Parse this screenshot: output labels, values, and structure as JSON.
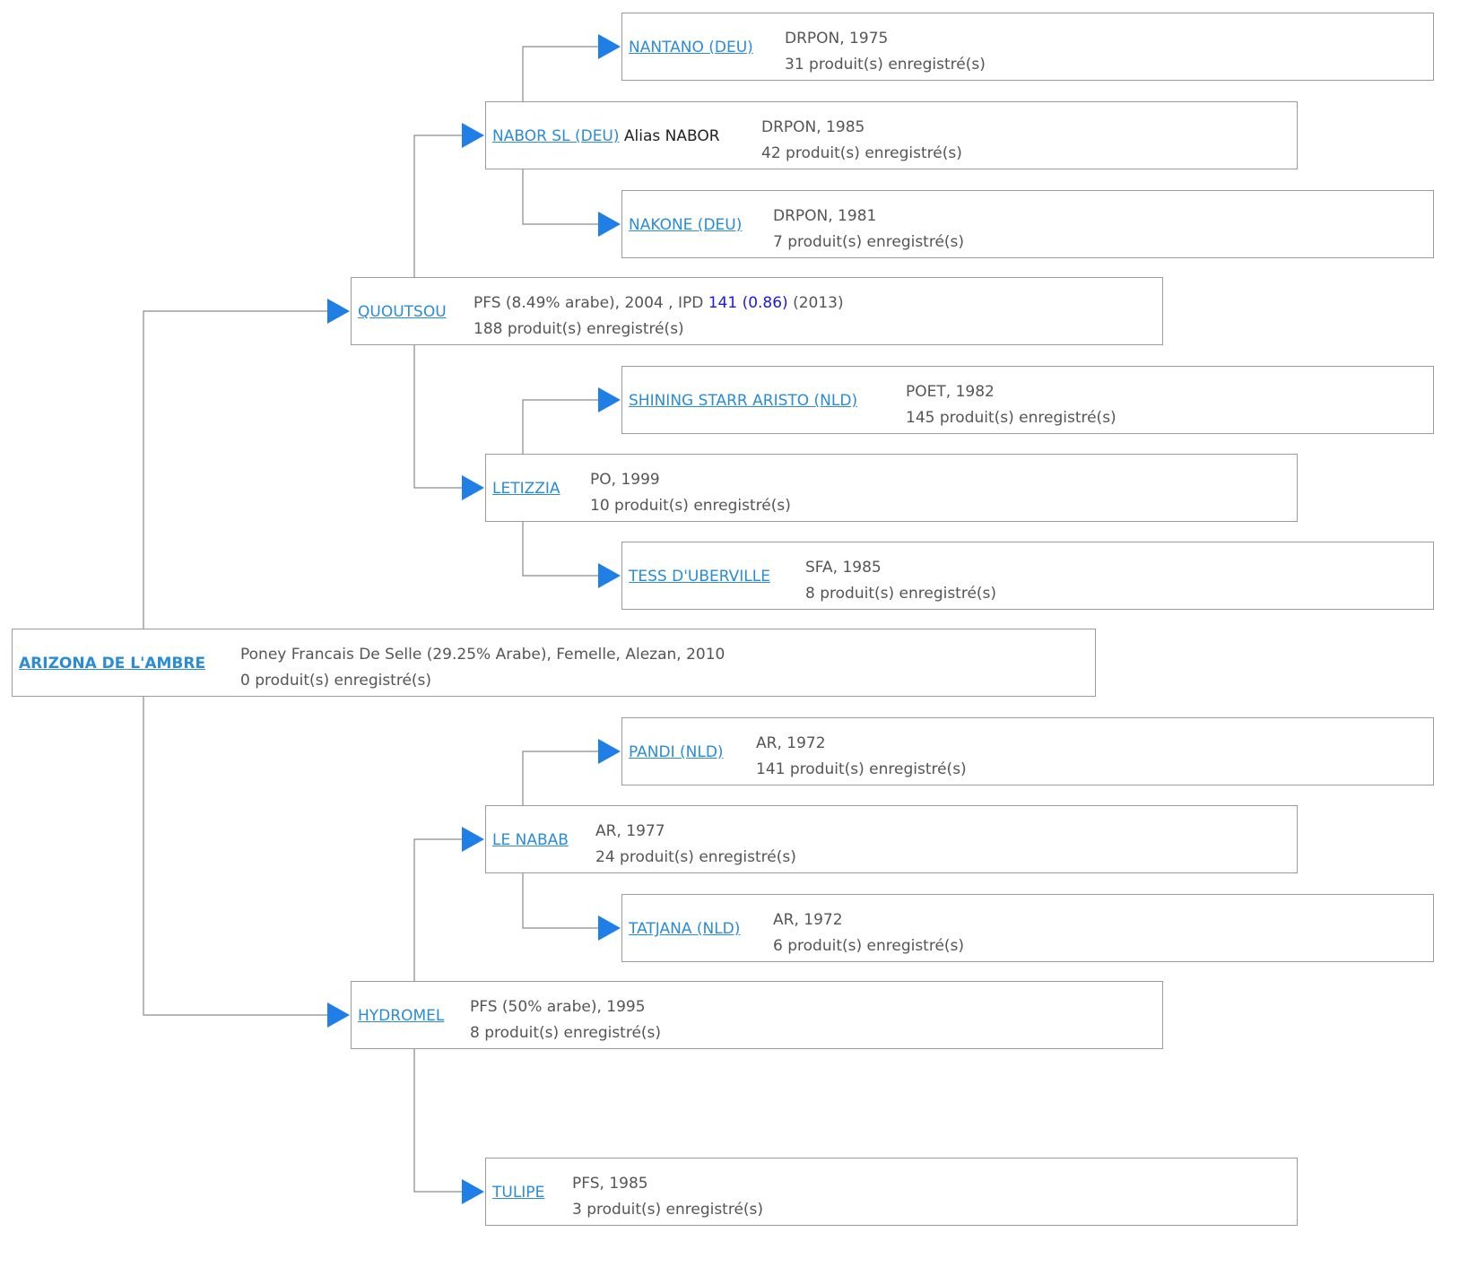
{
  "root": {
    "name": "ARIZONA DE L'AMBRE",
    "details": "Poney Francais De Selle (29.25% Arabe), Femelle, Alezan, 2010",
    "products": "0 produit(s) enregistré(s)"
  },
  "sire": {
    "name": "QUOUTSOU",
    "details_prefix": "PFS (8.49% arabe), 2004 , IPD ",
    "ipd": "141 (0.86)",
    "details_suffix": " (2013)",
    "products": "188 produit(s) enregistré(s)"
  },
  "sire_sire": {
    "name": "NABOR SL (DEU)",
    "alias": "Alias NABOR",
    "details": "DRPON, 1985",
    "products": "42 produit(s) enregistré(s)"
  },
  "sire_sire_sire": {
    "name": "NANTANO (DEU)",
    "details": "DRPON, 1975",
    "products": "31 produit(s) enregistré(s)"
  },
  "sire_sire_dam": {
    "name": "NAKONE (DEU)",
    "details": "DRPON, 1981",
    "products": "7 produit(s) enregistré(s)"
  },
  "sire_dam": {
    "name": "LETIZZIA",
    "details": "PO, 1999",
    "products": "10 produit(s) enregistré(s)"
  },
  "sire_dam_sire": {
    "name": "SHINING STARR ARISTO (NLD)",
    "details": "POET, 1982",
    "products": "145 produit(s) enregistré(s)"
  },
  "sire_dam_dam": {
    "name": "TESS D'UBERVILLE",
    "details": "SFA, 1985",
    "products": "8 produit(s) enregistré(s)"
  },
  "dam": {
    "name": "HYDROMEL",
    "details": "PFS (50% arabe), 1995",
    "products": "8 produit(s) enregistré(s)"
  },
  "dam_sire": {
    "name": "LE NABAB",
    "details": "AR, 1977",
    "products": "24 produit(s) enregistré(s)"
  },
  "dam_sire_sire": {
    "name": "PANDI (NLD)",
    "details": "AR, 1972",
    "products": "141 produit(s) enregistré(s)"
  },
  "dam_sire_dam": {
    "name": "TATJANA (NLD)",
    "details": "AR, 1972",
    "products": "6 produit(s) enregistré(s)"
  },
  "dam_dam": {
    "name": "TULIPE",
    "details": "PFS, 1985",
    "products": "3 produit(s) enregistré(s)"
  },
  "colors": {
    "arrow": "#1f7fe6",
    "link": "#2a8bd6",
    "connector": "#8a8a8a",
    "ipd": "#1a1ae0"
  }
}
